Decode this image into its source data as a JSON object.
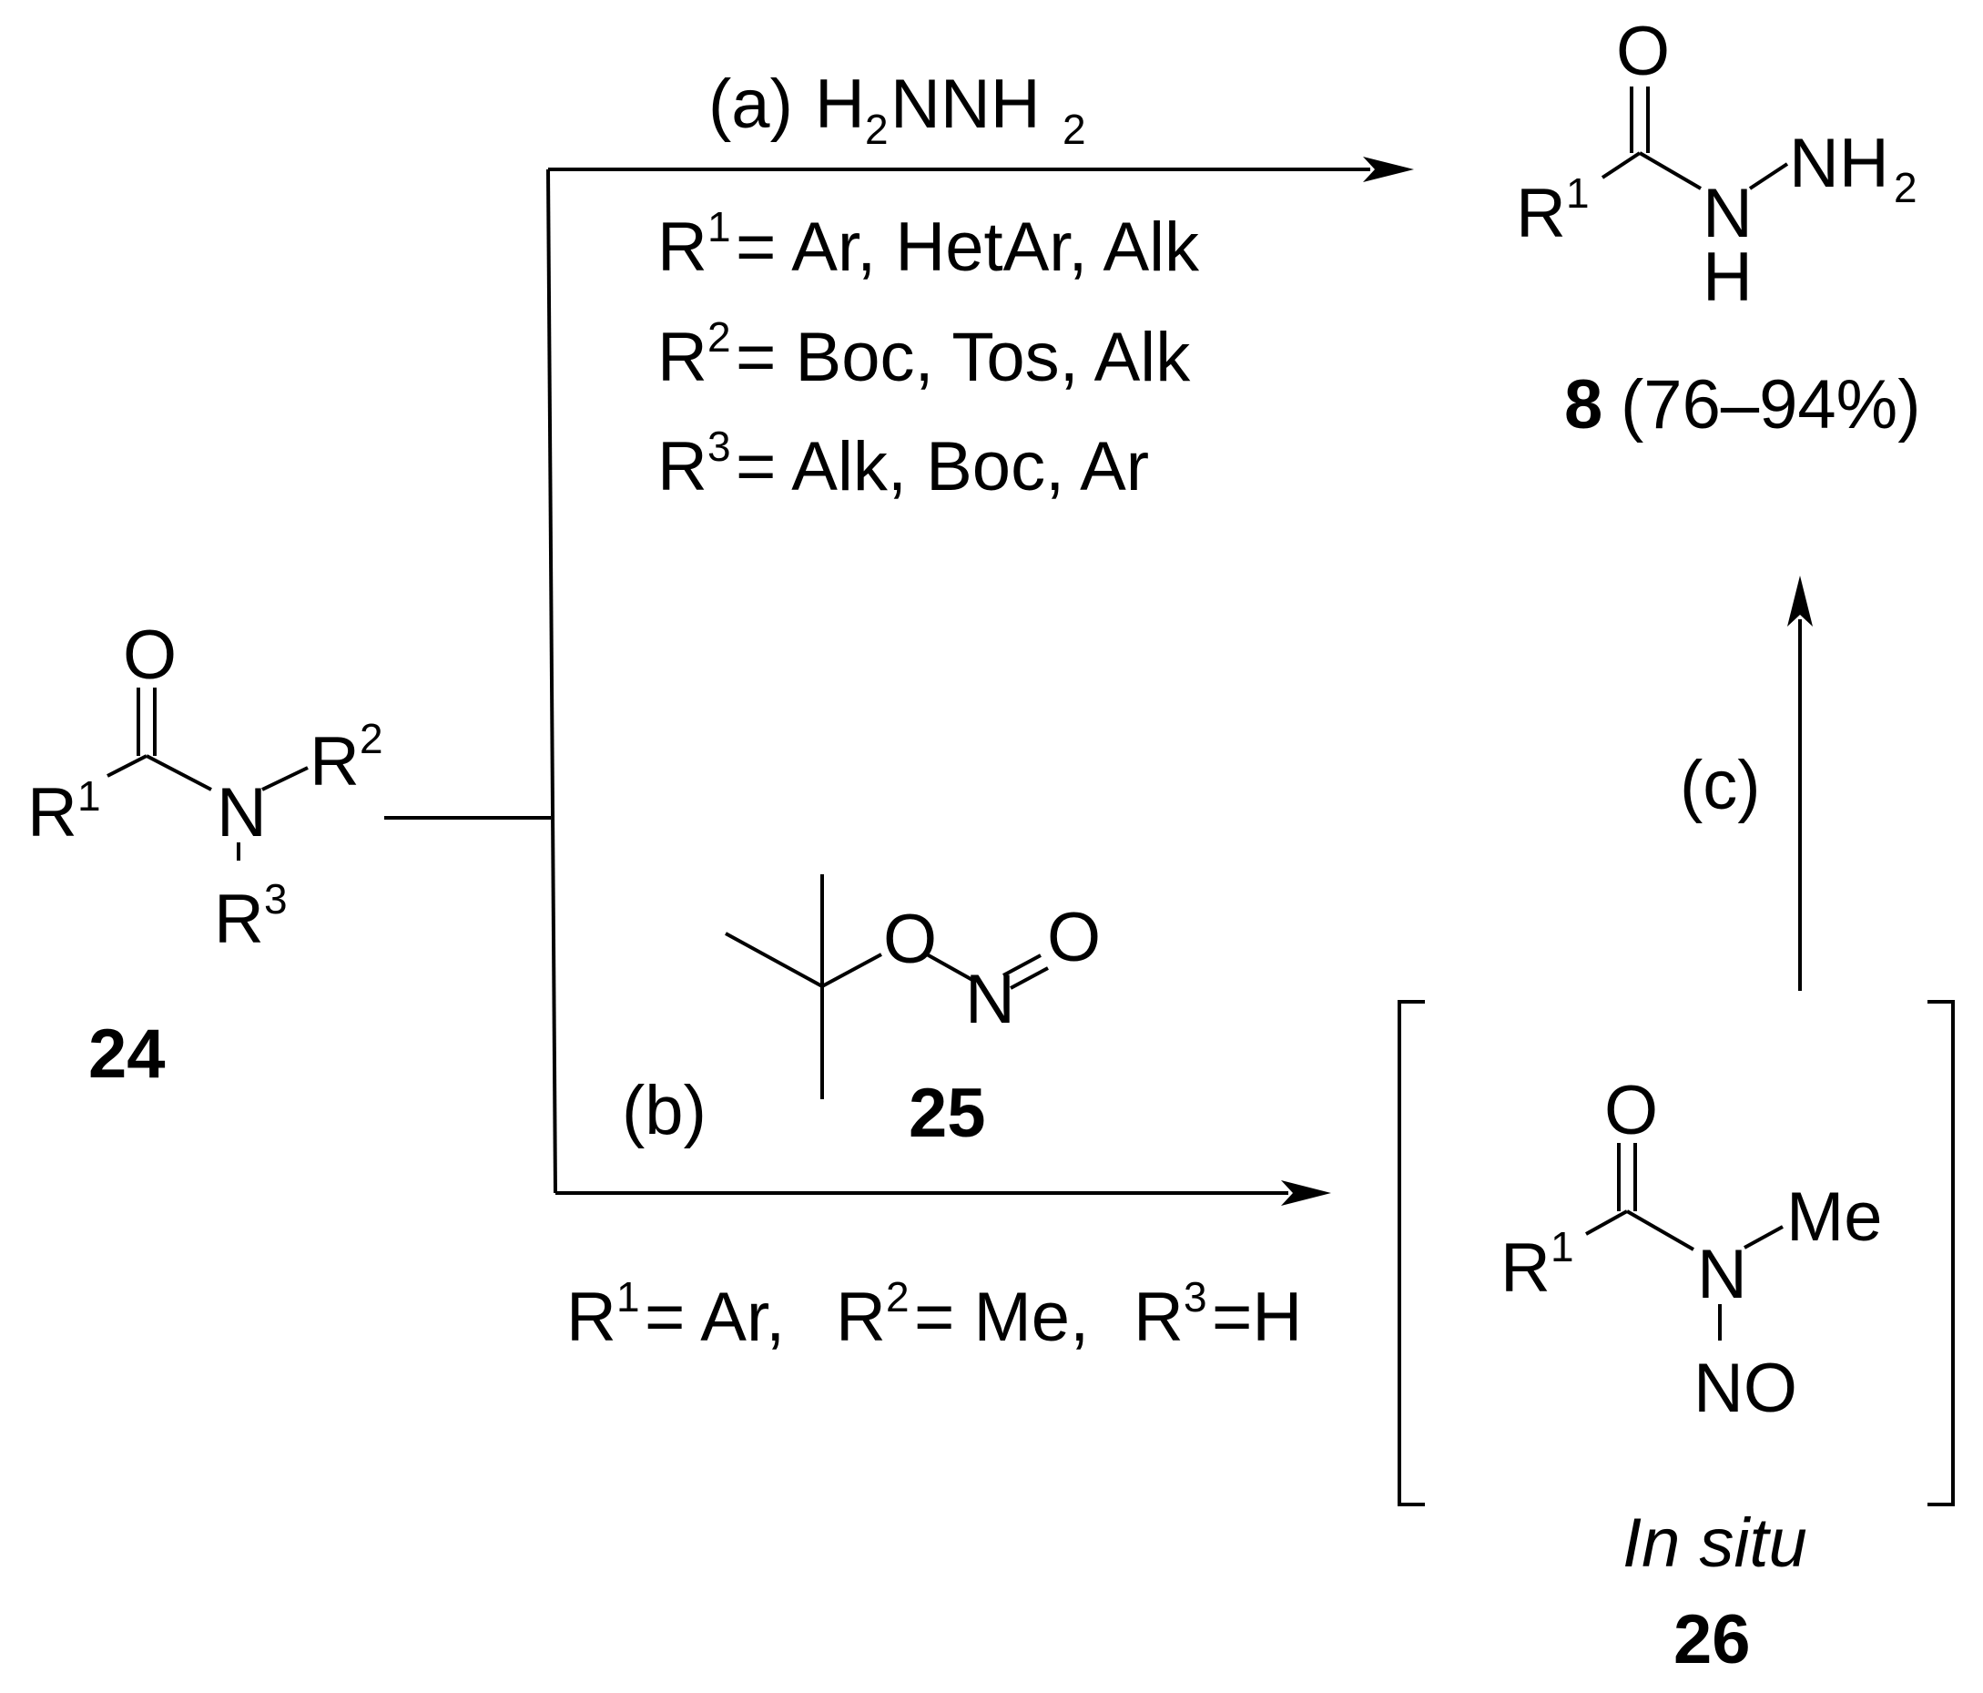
{
  "compound_24": {
    "atom_O": "O",
    "atom_R": "R",
    "atom_R_sup": "1",
    "atom_N": "N",
    "atom_R2": "R",
    "atom_R2_sup": "2",
    "atom_R3": "R",
    "atom_R3_sup": "3",
    "label": "24"
  },
  "route_a": {
    "label": "(a)",
    "reagent_H": "H",
    "reagent_sub": "2",
    "reagent_NNH": "NNH",
    "reagent_sub2": "2",
    "scope": [
      {
        "r": "R",
        "sup": "1",
        "text": "= Ar, HetAr, Alk"
      },
      {
        "r": "R",
        "sup": "2",
        "text": "= Boc, Tos, Alk"
      },
      {
        "r": "R",
        "sup": "3",
        "text": "= Alk, Boc, Ar"
      }
    ]
  },
  "compound_8": {
    "atom_O": "O",
    "atom_R": "R",
    "atom_R_sup": "1",
    "atom_N": "N",
    "atom_H": "H",
    "atom_NH": "NH",
    "atom_NH_sub": "2",
    "label": "8",
    "yield": "(76–94%)"
  },
  "route_b": {
    "label": "(b)",
    "scope": {
      "r1": "R",
      "r1_sup": "1",
      "r1_text": "= Ar, ",
      "r2": "R",
      "r2_sup": "2",
      "r2_text": "= Me, ",
      "r3": "R",
      "r3_sup": "3",
      "r3_text": "=H"
    }
  },
  "compound_25": {
    "atom_O": "O",
    "atom_N": "N",
    "atom_O2": "O",
    "label": "25"
  },
  "route_c": {
    "label": "(c)"
  },
  "compound_26": {
    "atom_O": "O",
    "atom_R": "R",
    "atom_R_sup": "1",
    "atom_N": "N",
    "atom_Me": "Me",
    "atom_NO": "NO",
    "note": "In situ",
    "label": "26"
  }
}
